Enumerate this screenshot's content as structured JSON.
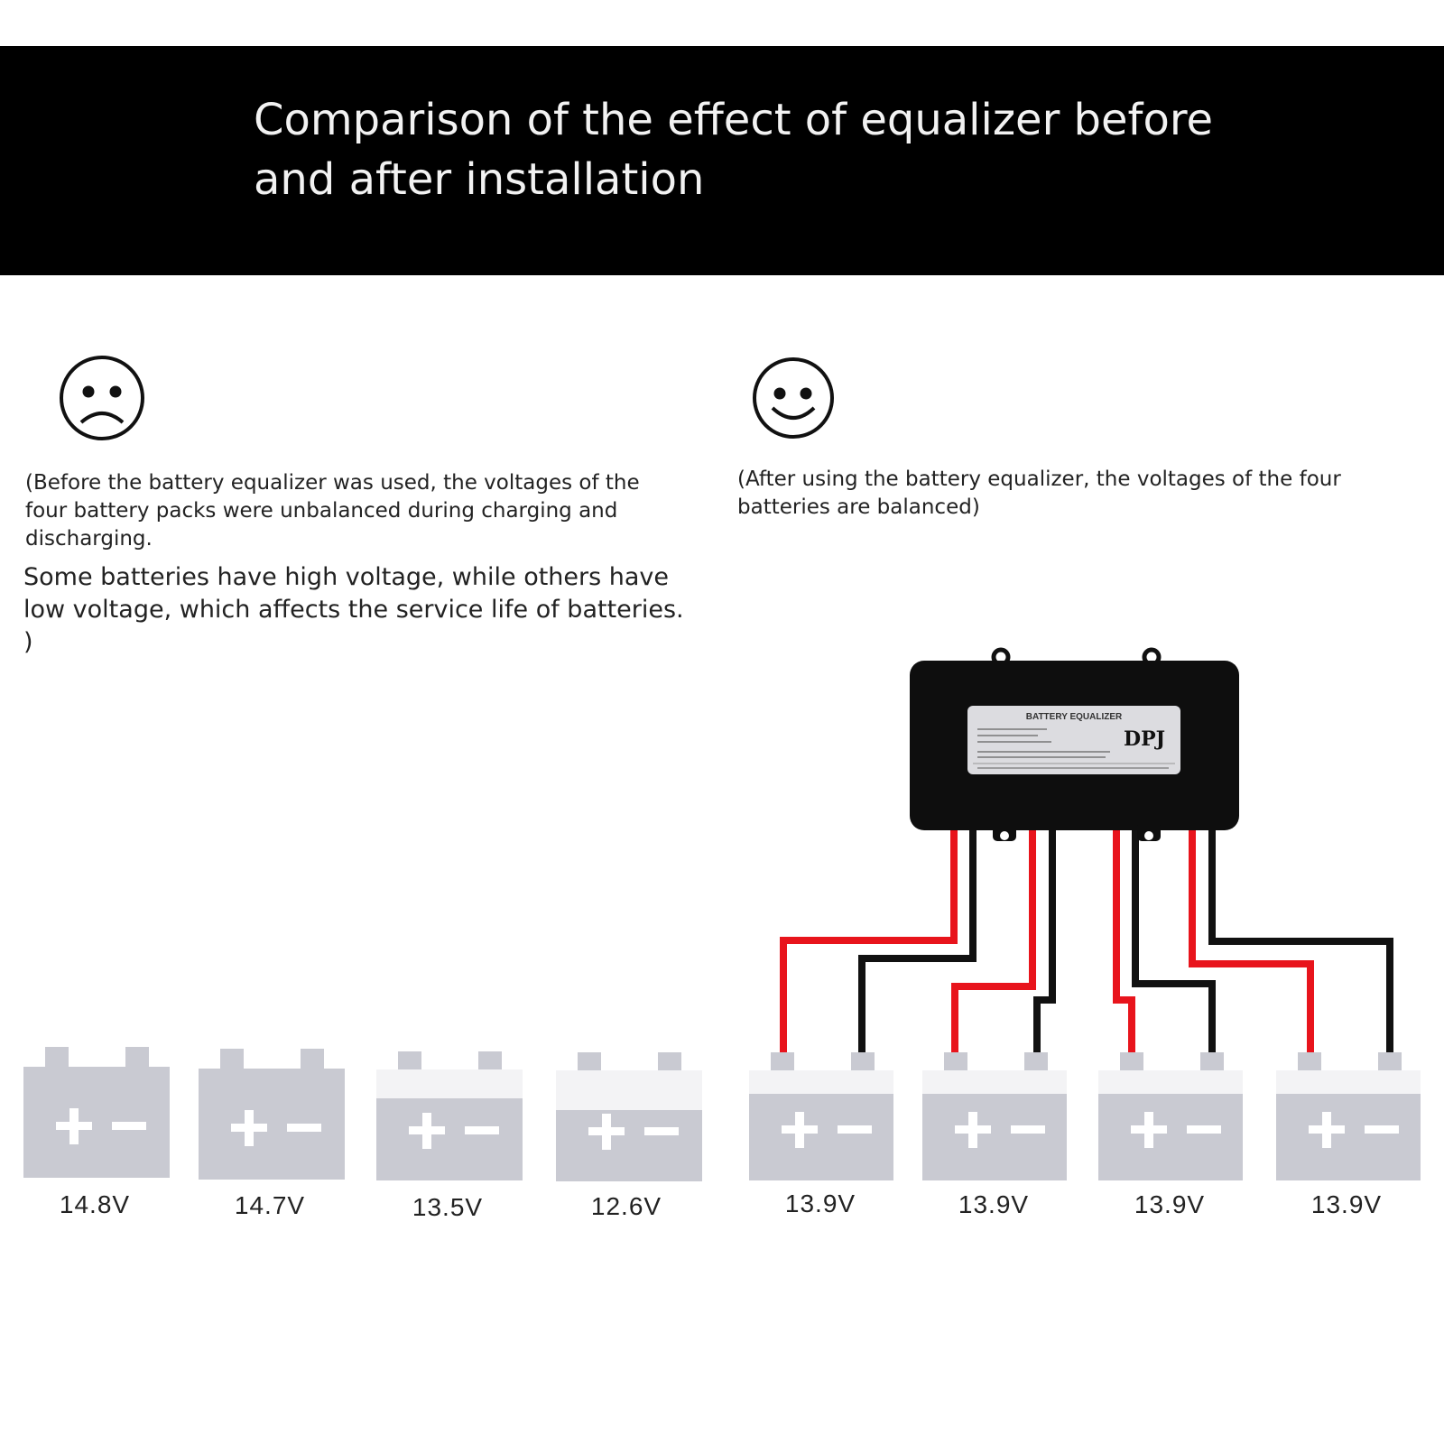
{
  "header": {
    "title": "Comparison of the effect of equalizer before and after installation"
  },
  "before": {
    "face_icon": "sad-face-icon",
    "caption": "(Before the battery equalizer was used, the voltages of the four battery packs were unbalanced during charging and discharging.",
    "caption_cont": "Some batteries have high voltage, while others have low voltage, which affects the service life of batteries. )",
    "batteries": [
      {
        "voltage": "14.8V"
      },
      {
        "voltage": "14.7V"
      },
      {
        "voltage": "13.5V"
      },
      {
        "voltage": "12.6V"
      }
    ]
  },
  "after": {
    "face_icon": "happy-face-icon",
    "caption": "(After using the battery equalizer, the voltages of the four batteries are balanced)",
    "batteries": [
      {
        "voltage": "13.9V"
      },
      {
        "voltage": "13.9V"
      },
      {
        "voltage": "13.9V"
      },
      {
        "voltage": "13.9V"
      }
    ]
  },
  "device": {
    "label_title": "BATTERY EQUALIZER",
    "brand": "DPJ"
  },
  "colors": {
    "banner": "#000000",
    "battery": "#c9cad2",
    "wire_positive": "#e8141c",
    "wire_negative": "#111111"
  }
}
